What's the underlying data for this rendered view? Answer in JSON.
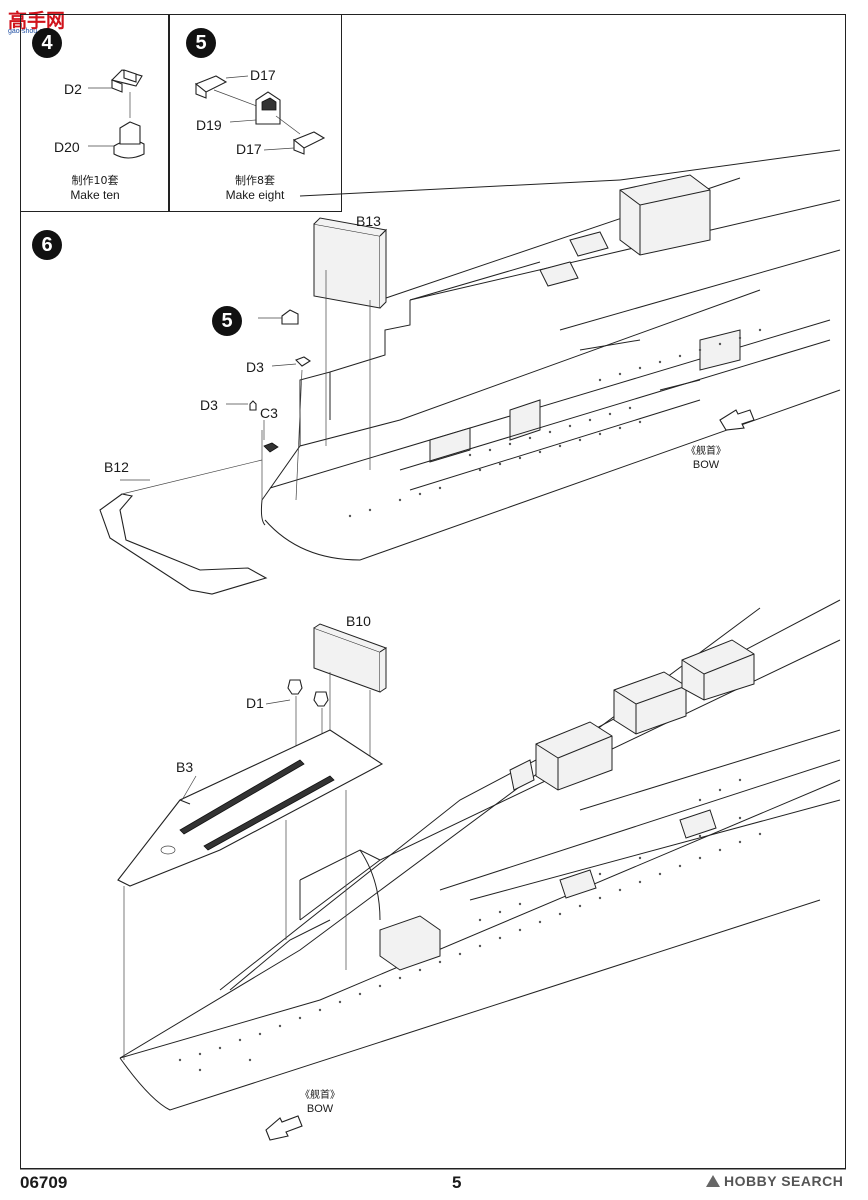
{
  "header": {
    "watermark_cn": "高手网",
    "watermark_url": "gao-shou.com"
  },
  "step4": {
    "number": "4",
    "parts": [
      "D2",
      "D20"
    ],
    "make_cn": "制作10套",
    "make_en": "Make ten"
  },
  "step5": {
    "number": "5",
    "parts": [
      "D17",
      "D19",
      "D17"
    ],
    "make_cn": "制作8套",
    "make_en": "Make eight"
  },
  "step6": {
    "number": "6",
    "sub_assembly_ref": "5",
    "upper_parts": [
      "B13",
      "D3",
      "D3",
      "C3",
      "B12"
    ],
    "lower_parts": [
      "B10",
      "D1",
      "B3"
    ],
    "bow_cn": "《舰首》",
    "bow_en": "BOW"
  },
  "footer": {
    "kit_number": "06709",
    "page_number": "5",
    "source_logo": "HOBBY SEARCH"
  },
  "colors": {
    "ink": "#1a1a1a",
    "watermark_red": "#d0121b",
    "watermark_blue": "#1f4fa3"
  }
}
